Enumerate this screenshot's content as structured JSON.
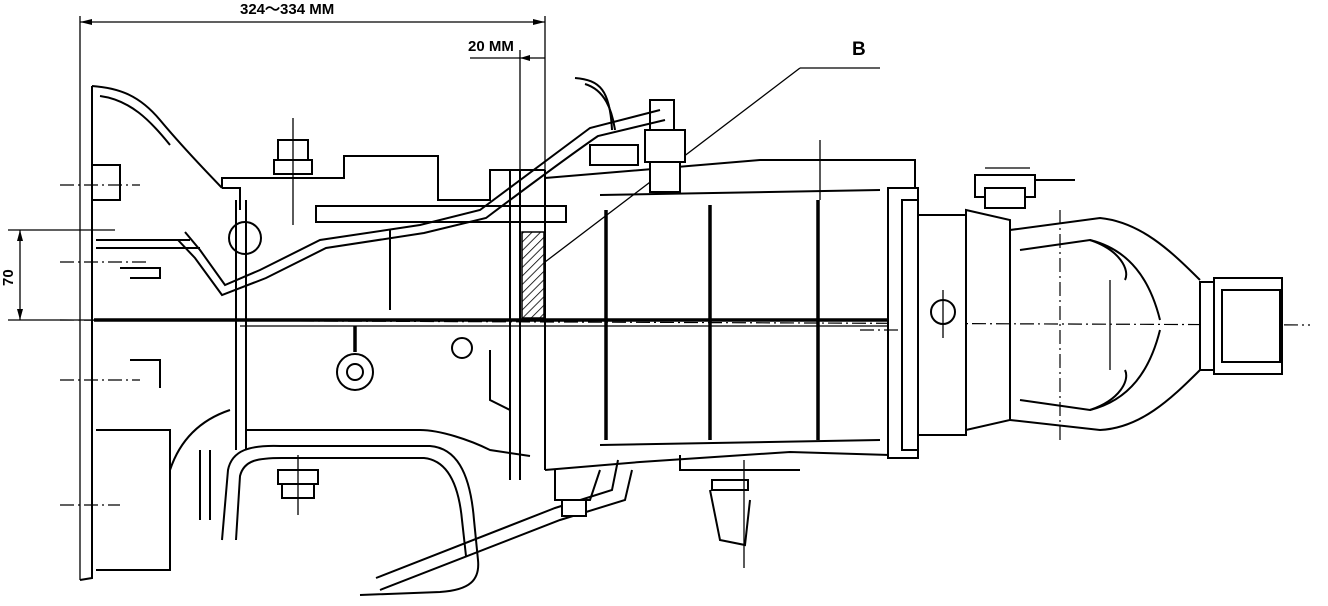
{
  "labels": {
    "overall_dim": "324～334 MM",
    "offset_dim": "20 MM",
    "height_dim": "70",
    "callout": "B"
  }
}
